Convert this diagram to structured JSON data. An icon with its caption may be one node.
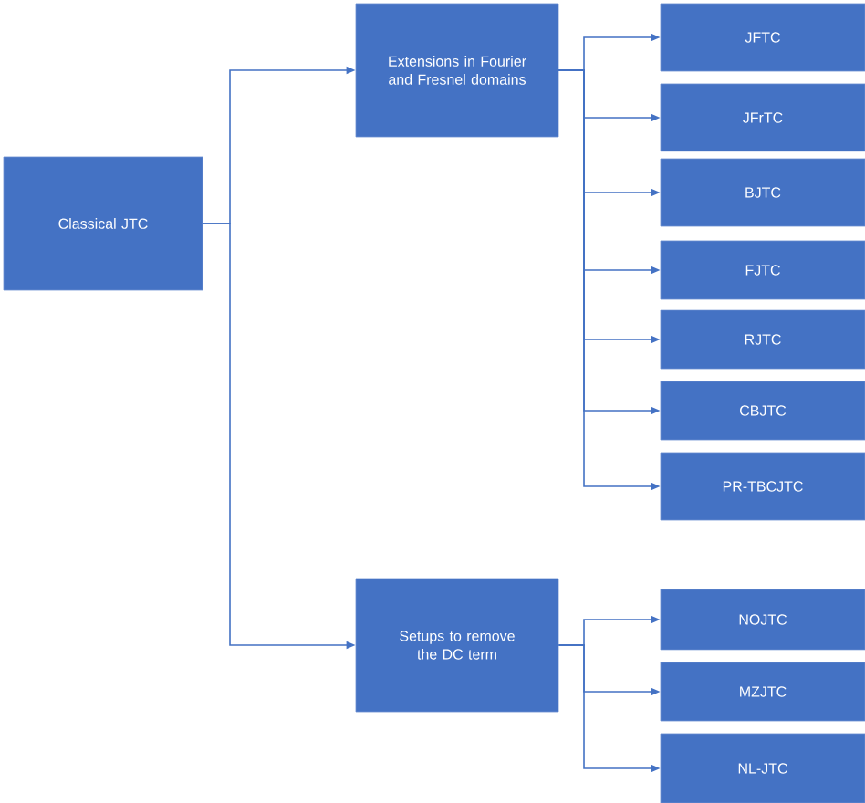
{
  "diagram": {
    "nodes": [
      {
        "text": [
          "Classical JTC"
        ]
      },
      {
        "text": [
          "Extensions in Fourier and Fresnel domains"
        ]
      },
      {
        "text": [
          "Setups to remove the DC term"
        ]
      },
      {
        "text": [
          "JFTC"
        ]
      },
      {
        "text": [
          "JFrTC"
        ]
      },
      {
        "text": [
          "BJTC"
        ]
      },
      {
        "text": [
          "FJTC"
        ]
      },
      {
        "text": [
          "RJTC"
        ]
      },
      {
        "text": [
          "CBJTC"
        ]
      },
      {
        "text": [
          "PR-TBCJTC"
        ]
      },
      {
        "text": [
          "NOJTC"
        ]
      },
      {
        "text": [
          "MZJTC"
        ]
      },
      {
        "text": [
          "NL-JTC"
        ]
      }
    ],
    "edges": [
      {
        "from": 0,
        "to": 1,
        "arrow": "to"
      },
      {
        "from": 0,
        "to": 2,
        "arrow": "to"
      },
      {
        "from": 1,
        "to": 3,
        "arrow": "to"
      },
      {
        "from": 1,
        "to": 4,
        "arrow": "to"
      },
      {
        "from": 1,
        "to": 5,
        "arrow": "to"
      },
      {
        "from": 1,
        "to": 6,
        "arrow": "to"
      },
      {
        "from": 1,
        "to": 7,
        "arrow": "to"
      },
      {
        "from": 1,
        "to": 8,
        "arrow": "to"
      },
      {
        "from": 1,
        "to": 9,
        "arrow": "to"
      },
      {
        "from": 2,
        "to": 10,
        "arrow": "to"
      },
      {
        "from": 2,
        "to": 11,
        "arrow": "to"
      },
      {
        "from": 2,
        "to": 12,
        "arrow": "to"
      }
    ]
  }
}
